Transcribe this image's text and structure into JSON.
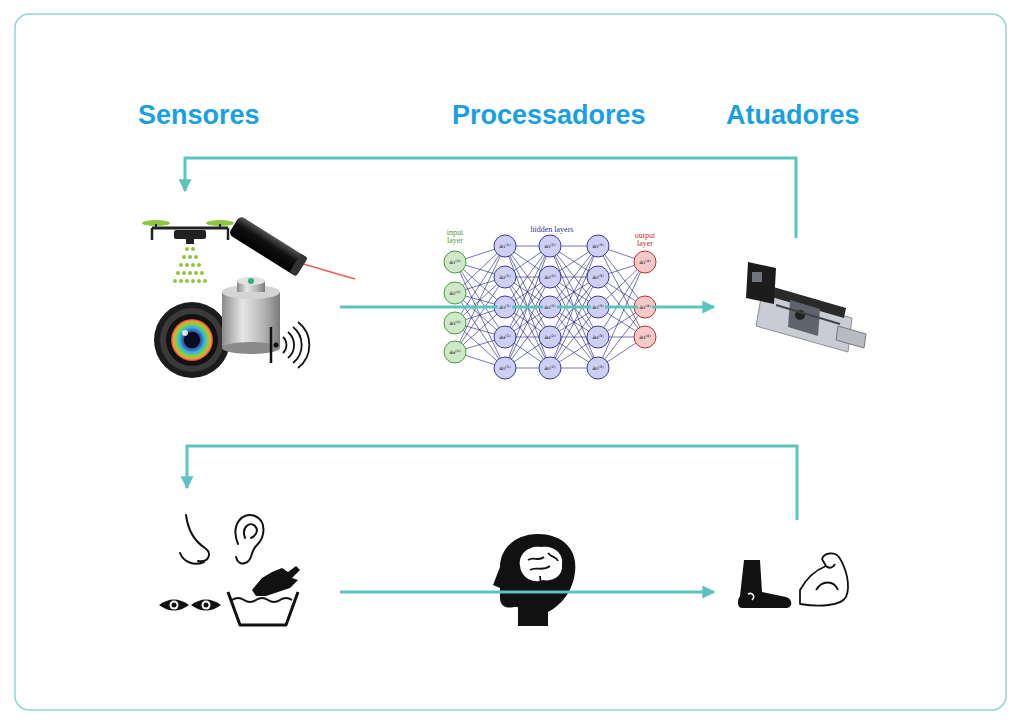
{
  "diagram": {
    "labels": [
      "Sensores",
      "Processadores",
      "Atuadores",
      "input layer",
      "hidden layers",
      "output layer",
      "a₁⁽⁰⁾",
      "a₂⁽⁰⁾",
      "a₃⁽⁰⁾",
      "a₄⁽⁰⁾",
      "a₁⁽¹⁾",
      "a₂⁽¹⁾",
      "a₃⁽¹⁾",
      "a₄⁽¹⁾",
      "a₅⁽¹⁾",
      "a₁⁽²⁾",
      "a₂⁽²⁾",
      "a₃⁽²⁾",
      "a₄⁽²⁾",
      "a₅⁽²⁾",
      "a₁⁽³⁾",
      "a₂⁽³⁾",
      "a₃⁽³⁾",
      "a₄⁽³⁾",
      "a₅⁽³⁾",
      "a₁⁽⁴⁾",
      "a₂⁽⁴⁾",
      "a₃⁽⁴⁾"
    ]
  }
}
